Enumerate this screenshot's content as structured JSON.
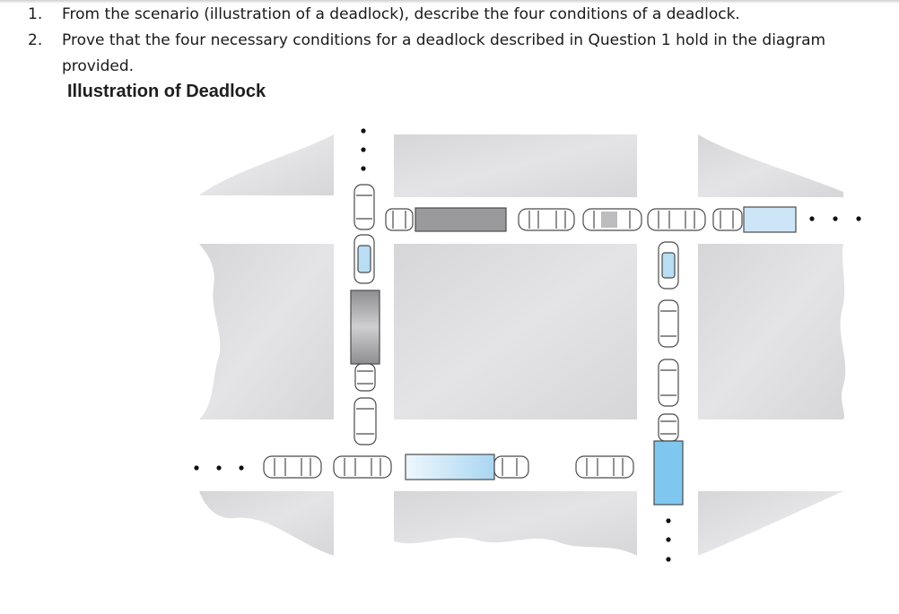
{
  "questions": [
    {
      "number": "1.",
      "text": "From the scenario (illustration of a deadlock), describe the four conditions of a deadlock."
    },
    {
      "number": "2.",
      "text": "Prove that the four necessary conditions for a deadlock described in Question 1 hold in the diagram provided."
    }
  ],
  "figure": {
    "title": "Illustration of Deadlock",
    "continuation_symbol": "• • •"
  },
  "colors": {
    "block": "#d9d9db",
    "gray_truck": "#9a9a9c",
    "light_blue_truck": "#cde6f7",
    "blue_truck": "#7fc7ee",
    "car_outline": "#4a4a4a",
    "car_window_blue": "#b9ddf3"
  }
}
